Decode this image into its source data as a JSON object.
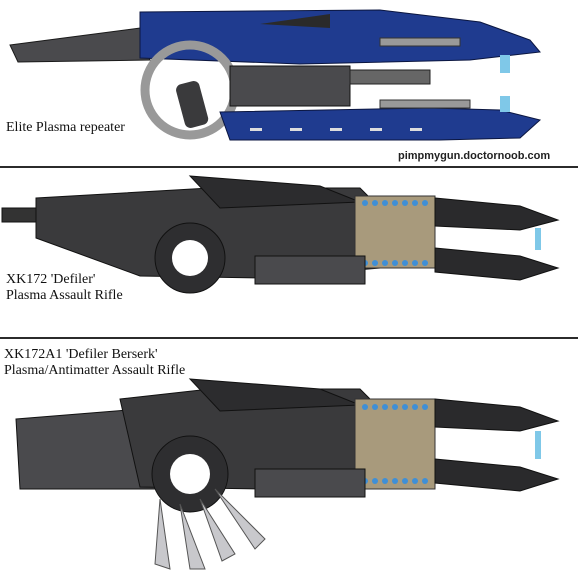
{
  "panels": [
    {
      "name": "Elite Plasma repeater",
      "lines": [
        "Elite Plasma repeater"
      ]
    },
    {
      "name": "XK172 Defiler",
      "lines": [
        "XK172 'Defiler'",
        "Plasma Assault Rifle"
      ]
    },
    {
      "name": "XK172A1 Defiler Berserk",
      "lines": [
        "XK172A1 'Defiler Berserk'",
        "Plasma/Antimatter Assault Rifle"
      ]
    }
  ],
  "watermark": "pimpmygun.doctornoob.com",
  "colors": {
    "body_dark": "#3a3a3c",
    "body_mid": "#555558",
    "blue": "#1f3b8f",
    "blue_dark": "#0f2360",
    "coil_tan": "#a89a7c",
    "coil_blue": "#3f8fd6",
    "blade": "#c8c8cc"
  }
}
